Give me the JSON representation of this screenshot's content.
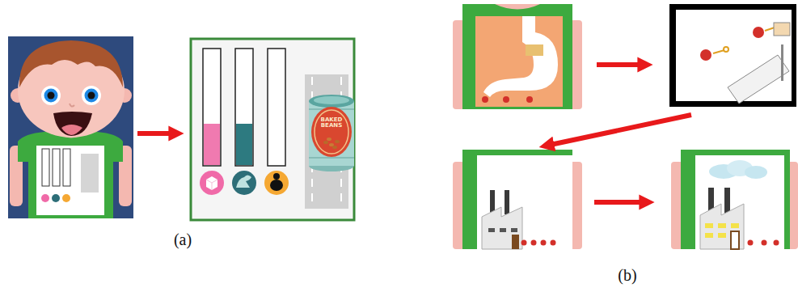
{
  "diagram": {
    "labels": [
      "(a)",
      "(b)",
      "BAKED BEANS"
    ]
  }
}
